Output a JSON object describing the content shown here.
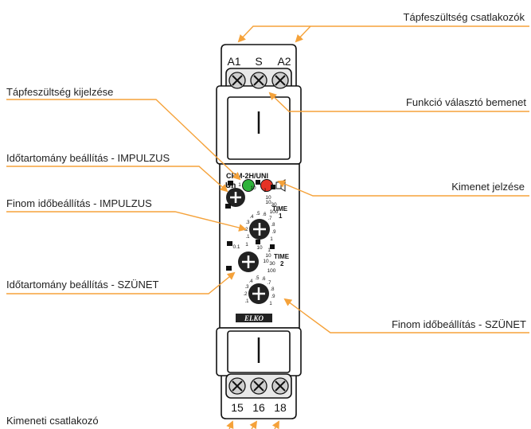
{
  "labels": {
    "power_terminals": "Tápfeszültség csatlakozók",
    "power_indication": "Tápfeszültség kijelzése",
    "function_input": "Funkció választó bemenet",
    "range_impulse": "Időtartomány beállítás - IMPULZUS",
    "output_indication": "Kimenet jelzése",
    "fine_impulse": "Finom időbeállítás - IMPULZUS",
    "range_pause": "Időtartomány beállítás - SZÜNET",
    "fine_pause": "Finom időbeállítás - SZÜNET",
    "output_terminals": "Kimeneti csatlakozó"
  },
  "device": {
    "model": "CRM-2H/UNI",
    "top_terminals": [
      "A1",
      "S",
      "A2"
    ],
    "bottom_terminals": [
      "15",
      "16",
      "18"
    ],
    "led_un_label": "Un",
    "time_label": "TIME",
    "time1_index": "1",
    "time2_index": "2",
    "brand": "ELKO",
    "range_scale": [
      "0.1",
      "1",
      "10",
      "1",
      "10",
      "10",
      "30",
      "100"
    ],
    "fine_scale": [
      ".1",
      ".2",
      ".3",
      ".4",
      ".5",
      ".6",
      ".7",
      ".8",
      ".9",
      "1"
    ]
  },
  "colors": {
    "leader": "#F5A23A",
    "led_green": "#2FB33A",
    "led_red": "#E53225",
    "body": "#ffffff",
    "outline": "#111111"
  }
}
